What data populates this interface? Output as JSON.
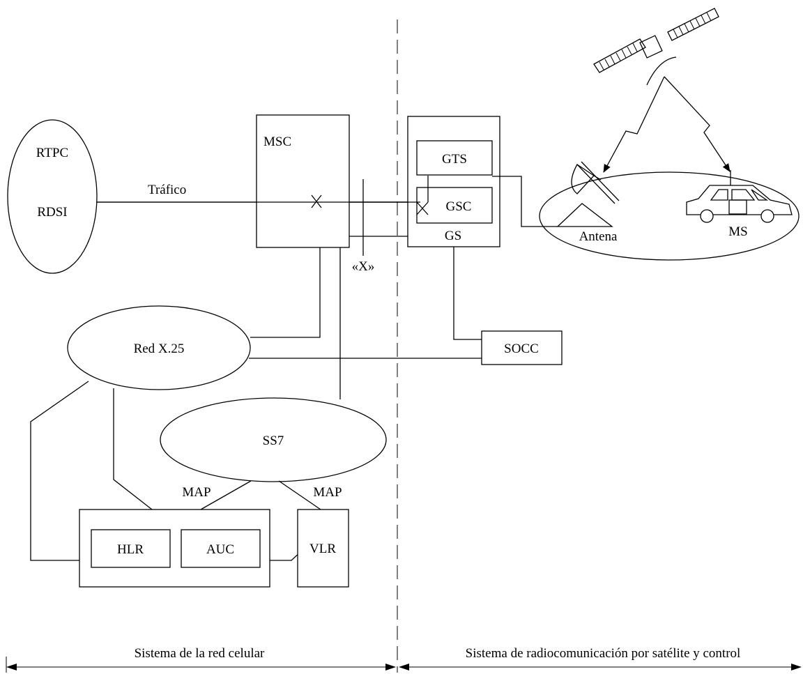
{
  "nodes": {
    "rtpc": "RTPC",
    "rdsi": "RDSI",
    "trafico": "Tráfico",
    "msc": "MSC",
    "x_interface": "«X»",
    "gts": "GTS",
    "gsc": "GSC",
    "gs": "GS",
    "antena": "Antena",
    "ms": "MS",
    "socc": "SOCC",
    "red_x25": "Red X.25",
    "ss7": "SS7",
    "map_left": "MAP",
    "map_right": "MAP",
    "hlr": "HLR",
    "auc": "AUC",
    "vlr": "VLR"
  },
  "footer": {
    "left_label": "Sistema de la red celular",
    "right_label": "Sistema de radiocomunicación por satélite y control"
  }
}
